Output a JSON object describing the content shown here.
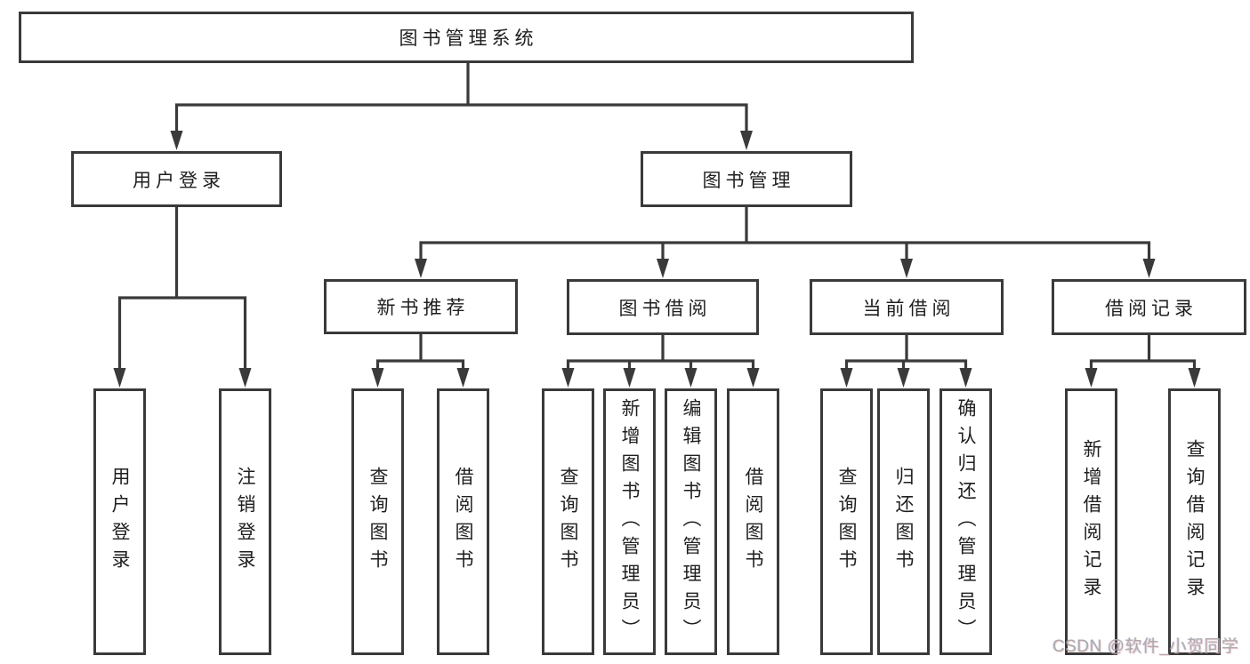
{
  "tree": {
    "root": {
      "label": "图书管理系统",
      "children": [
        {
          "label": "用户登录",
          "children": [
            {
              "label": "用户登录"
            },
            {
              "label": "注销登录"
            }
          ]
        },
        {
          "label": "图书管理",
          "children": [
            {
              "label": "新书推荐",
              "children": [
                {
                  "label": "查询图书"
                },
                {
                  "label": "借阅图书"
                }
              ]
            },
            {
              "label": "图书借阅",
              "children": [
                {
                  "label": "查询图书"
                },
                {
                  "label": "新增图书（管理员）"
                },
                {
                  "label": "编辑图书（管理员）"
                },
                {
                  "label": "借阅图书"
                }
              ]
            },
            {
              "label": "当前借阅",
              "children": [
                {
                  "label": "查询图书"
                },
                {
                  "label": "归还图书"
                },
                {
                  "label": "确认归还（管理员）"
                }
              ]
            },
            {
              "label": "借阅记录",
              "children": [
                {
                  "label": "新增借阅记录"
                },
                {
                  "label": "查询借阅记录"
                }
              ]
            }
          ]
        }
      ]
    }
  },
  "watermark": {
    "text": "CSDN @软件_小贺同学"
  },
  "colors": {
    "line": "#3a3a3a",
    "text": "#1f1f1f",
    "background": "#ffffff",
    "watermark": "#ababab"
  }
}
